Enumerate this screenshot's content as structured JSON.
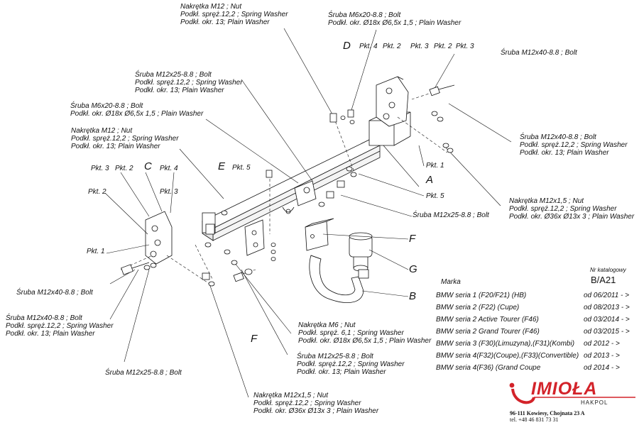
{
  "labels": {
    "nut_m12_top": [
      "Nakrętka  M12 ; Nut",
      "Podkł. spręż.12,2 ; Spring Washer",
      "Podkł. okr.  13; Plain Washer"
    ],
    "bolt_m6_top": [
      "Śruba M6x20-8.8 ;  Bolt",
      "Podkł. okr.  Ø18x Ø6,5x 1,5 ; Plain Washer"
    ],
    "bolt_m12x25_center": [
      "Śruba M12x25-8.8 ;  Bolt",
      "Podkł. spręż.12,2 ; Spring Washer",
      "Podkł. okr.  13; Plain Washer"
    ],
    "bolt_m6_left": [
      "Śruba M6x20-8.8 ;  Bolt",
      "Podkł. okr.  Ø18x Ø6,5x 1,5 ; Plain Washer"
    ],
    "nut_m12_left": [
      "Nakrętka  M12 ; Nut",
      "Podkł. spręż.12,2 ; Spring Washer",
      "Podkł. okr.  13; Plain Washer"
    ],
    "bolt_m12x40_top_right": [
      "Śruba M12x40-8.8 ;  Bolt"
    ],
    "bolt_m12x40_right": [
      "Śruba M12x40-8.8 ;  Bolt",
      "Podkł. spręż.12,2 ; Spring Washer",
      "Podkł. okr. 13; Plain Washer"
    ],
    "nut_m12x15_right": [
      "Nakrętka  M12x1,5 ; Nut",
      "Podkł. spręż.12,2 ; Spring Washer",
      "Podkł. okr.  Ø36x Ø13x 3 ; Plain Washer"
    ],
    "bolt_m12x25_right": [
      "Śruba M12x25-8.8 ;  Bolt"
    ],
    "bolt_m12x40_left": [
      "Śruba M12x40-8.8 ;  Bolt"
    ],
    "bolt_m12x40_left2": [
      "Śruba M12x40-8.8 ;  Bolt",
      "Podkł. spręż.12,2 ; Spring Washer",
      "Podkł. okr. 13; Plain Washer"
    ],
    "bolt_m12x25_left": [
      "Śruba M12x25-8.8 ;  Bolt"
    ],
    "nut_m6_center": [
      "Nakrętka  M6 ; Nut",
      "Podkł. spręż.  6,1 ; Spring Washer",
      "Podkł. okr.  Ø18x Ø6,5x 1,5 ; Plain Washer"
    ],
    "bolt_m12x25_bottom": [
      "Śruba M12x25-8.8 ;  Bolt",
      "Podkł. spręż.12,2 ; Spring Washer",
      "Podkł. okr.  13; Plain Washer"
    ],
    "nut_m12x15_bottom": [
      "Nakrętka  M12x1,5 ; Nut",
      "Podkł. spręż.12,2 ; Spring Washer",
      "Podkł. okr.  Ø36x Ø13x 3 ; Plain Washer"
    ]
  },
  "pkt": {
    "pkt4_top": "Pkt. 4",
    "pkt2_top": "Pkt. 2",
    "pkt3_top": "Pkt. 3",
    "pkt2_top2": "Pkt. 2",
    "pkt3_top2": "Pkt. 3",
    "pkt1_right": "Pkt. 1",
    "pkt5_right": "Pkt. 5",
    "pkt5_center": "Pkt. 5",
    "pkt3_left": "Pkt. 3",
    "pkt2_left": "Pkt. 2",
    "pkt4_left": "Pkt. 4",
    "pkt2_left2": "Pkt. 2",
    "pkt3_left2": "Pkt. 3",
    "pkt1_left": "Pkt. 1"
  },
  "letters": {
    "D": "D",
    "C": "C",
    "E": "E",
    "A": "A",
    "F_right": "F",
    "G": "G",
    "B": "B",
    "F_bottom": "F"
  },
  "table": {
    "marka_label": "Marka",
    "catalog_label": "Nr katalogowy",
    "catalog_value": "B/A21",
    "rows": [
      {
        "model": "BMW seria 1 (F20/F21) (HB)",
        "date": "od  06/2011 - >"
      },
      {
        "model": "BMW seria 2 (F22) (Cupe)",
        "date": "od  08/2013 - >"
      },
      {
        "model": "BMW seria 2 Active Tourer (F46)",
        "date": "od  03/2014 - >"
      },
      {
        "model": "BMW seria 2 Grand Tourer (F46)",
        "date": "od  03/2015 - >"
      },
      {
        "model": "BMW seria 3 (F30)(Limuzyna),(F31)(Kombi)",
        "date": "od  2012 - >"
      },
      {
        "model": "BMW seria 4(F32)(Coupe),(F33)(Convertible)",
        "date": "od  2013 - >"
      },
      {
        "model": "BMW seria 4(F36) (Grand Coupe",
        "date": "od  2014 - >"
      }
    ]
  },
  "logo": {
    "name": "IMIOŁA",
    "sub": "HAKPOL",
    "address": "96-111 Kowiesy, Chojnata 23 A",
    "phone": "tel. +48 46 831 73 31"
  },
  "colors": {
    "ink": "#111111",
    "brand": "#d3232a"
  }
}
